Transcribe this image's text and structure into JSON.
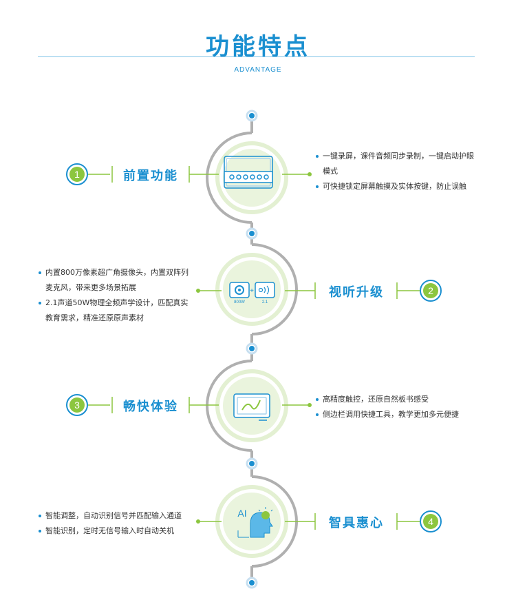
{
  "header": {
    "title": "功能特点",
    "subtitle": "ADVANTAGE"
  },
  "features": [
    {
      "number": "1",
      "title": "前置功能",
      "bullets": [
        "一键录屏，课件音频同步录制，一键启动护眼模式",
        "可快捷锁定屏幕触摸及实体按键，防止误触"
      ]
    },
    {
      "number": "2",
      "title": "视听升级",
      "bullets": [
        "内置800万像素超广角摄像头，内置双阵列麦克风，带来更多场景拓展",
        "2.1声道50W物理全频声学设计，匹配真实教育需求，精准还原原声素材"
      ],
      "icon_labels": [
        "800W",
        "2.1"
      ]
    },
    {
      "number": "3",
      "title": "畅快体验",
      "bullets": [
        "高精度触控，还原自然板书感受",
        "侧边栏调用快捷工具，教学更加多元便捷"
      ]
    },
    {
      "number": "4",
      "title": "智具惠心",
      "bullets": [
        "智能调整，自动识别信号并匹配输入通道",
        "智能识别，定时无信号输入时自动关机"
      ],
      "icon_labels": [
        "AI"
      ]
    }
  ],
  "colors": {
    "blue": "#1a8fd0",
    "green": "#8cc63f",
    "pale_green": "#e6f2d6",
    "grey": "#b0b0b0"
  }
}
